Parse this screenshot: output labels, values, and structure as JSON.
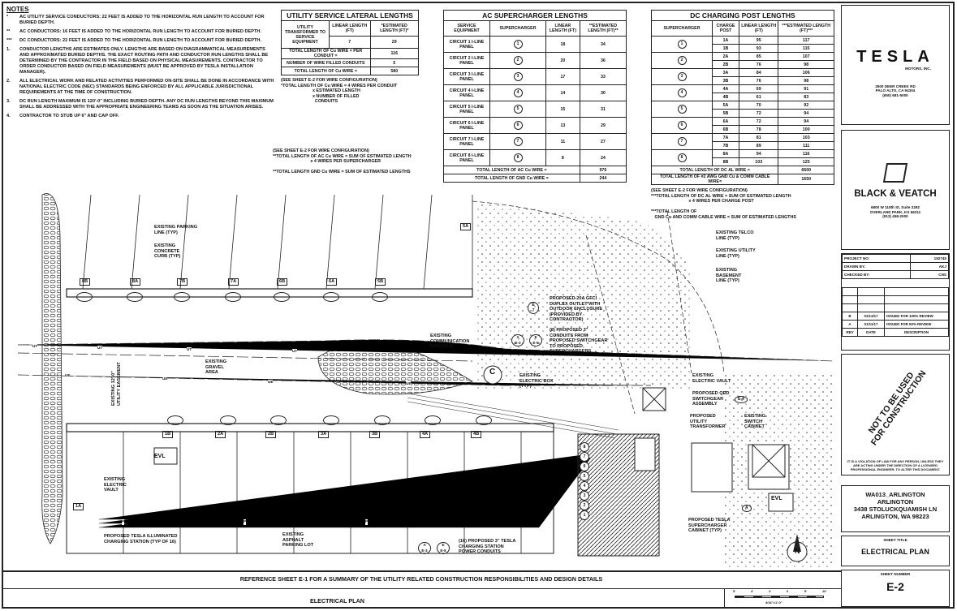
{
  "notes": {
    "title": "NOTES",
    "items": [
      {
        "mark": "*",
        "text": "AC UTILITY SERVICE CONDUCTORS: 22 FEET IS ADDED TO THE HORIZONTAL RUN LENGTH TO ACCOUNT FOR BURIED DEPTH."
      },
      {
        "mark": "**",
        "text": "AC CONDUCTORS: 16 FEET IS ADDED TO THE HORIZONTAL RUN LENGTH TO ACCOUNT FOR BURIED DEPTH."
      },
      {
        "mark": "***",
        "text": "DC CONDUCTORS: 22 FEET IS ADDED TO THE HORIZONTAL RUN LENGTH TO ACCOUNT FOR BURIED DEPTH."
      },
      {
        "mark": "1.",
        "text": "CONDUCTOR LENGTHS ARE ESTIMATES ONLY. LENGTHS ARE BASED ON DIAGRAMMATICAL MEASUREMENTS AND APPROXIMATED BURIED DEPTHS. THE EXACT ROUTING PATH AND CONDUCTOR RUN LENGTHS SHALL BE DETERMINED BY THE CONTRACTOR IN THE FIELD BASED ON PHYSICAL MEASUREMENTS. CONTRACTOR TO ORDER CONDUCTOR BASED ON FIELD MEASUREMENTS (MUST BE APPROVED BY TESLA INSTALLATION MANAGER)."
      },
      {
        "mark": "2.",
        "text": "ALL ELECTRICAL WORK AND RELATED ACTIVITIES PERFORMED ON-SITE SHALL BE DONE IN ACCORDANCE WITH NATIONAL ELECTRIC CODE (NEC) STANDARDS BEING ENFORCED BY ALL APPLICABLE JURISDICTIONAL REQUIREMENTS AT THE TIME OF CONSTRUCTION."
      },
      {
        "mark": "3.",
        "text": "DC RUN LENGTH MAXIMUM IS 120'-0\" INCLUDING BURIED DEPTH. ANY DC RUN LENGTHS BEYOND THIS MAXIMUM SHALL BE ADDRESSED WITH THE APPROPRIATE ENGINEERING TEAMS AS SOON AS THE SITUATION ARISES."
      },
      {
        "mark": "4.",
        "text": "CONTRACTOR TO STUB UP 6\" AND CAP OFF."
      }
    ]
  },
  "utility": {
    "title": "UTILITY SERVICE LATERAL LENGTHS",
    "h1": "UTILITY TRANSFORMER TO SERVICE EQUIPMENT",
    "h2": "LINEAR LENGTH (FT)",
    "h3": "*ESTIMATED LENGTH (FT)*",
    "linear": "7",
    "estimated": "29",
    "rows": [
      {
        "label": "TOTAL LENGTH OF Cu WIRE = PER CONDUIT =",
        "value": "116"
      },
      {
        "label": "NUMBER OF WIRE FILLED CONDUITS",
        "value": "5"
      },
      {
        "label": "TOTAL LENGTH OF Cu WIRE =",
        "value": "580"
      }
    ],
    "footnote": "(SEE SHEET E-2 FOR WIRE CONFIGURATION)\n*TOTAL LENGTH OF Cu WIRE = 4 WIRES PER CONDUIT\n                          x ESTIMATED LENGTH\n                          x NUMBER OF FILLED\n                            CONDUITS"
  },
  "ac": {
    "title": "AC SUPERCHARGER LENGTHS",
    "h1": "SERVICE EQUIPMENT",
    "h2": "SUPERCHARGER",
    "h3": "LINEAR LENGTH (FT)",
    "h4": "**ESTIMATED LENGTH (FT)**",
    "rows": [
      {
        "eq": "CIRCUIT 1 I-LINE PANEL",
        "sc": "1",
        "lin": "18",
        "est": "34"
      },
      {
        "eq": "CIRCUIT 2 I-LINE PANEL",
        "sc": "2",
        "lin": "20",
        "est": "36"
      },
      {
        "eq": "CIRCUIT 3 I-LINE PANEL",
        "sc": "3",
        "lin": "17",
        "est": "33"
      },
      {
        "eq": "CIRCUIT 4 I-LINE PANEL",
        "sc": "4",
        "lin": "14",
        "est": "30"
      },
      {
        "eq": "CIRCUIT 5 I-LINE PANEL",
        "sc": "5",
        "lin": "15",
        "est": "31"
      },
      {
        "eq": "CIRCUIT 6 I-LINE PANEL",
        "sc": "6",
        "lin": "13",
        "est": "29"
      },
      {
        "eq": "CIRCUIT 7 I-LINE PANEL",
        "sc": "7",
        "lin": "11",
        "est": "27"
      },
      {
        "eq": "CIRCUIT 8 I-LINE PANEL",
        "sc": "8",
        "lin": "8",
        "est": "24"
      }
    ],
    "total_ac_label": "TOTAL LENGTH OF AC Cu WIRE =",
    "total_ac": "976",
    "total_gnd_label": "TOTAL LENGTH OF GND Cu WIRE =",
    "total_gnd": "244",
    "footnote": "(SEE SHEET E-2 FOR WIRE CONFIGURATION)\n**TOTAL LENGTH OF AC Cu WIRE = SUM OF ESTIMATED LENGTH\n                               x 4 WIRES PER SUPERCHARGER\n\n**TOTAL LENGTH GND Cu WIRE = SUM OF ESTIMATED LENGTHS"
  },
  "dc": {
    "title": "DC CHARGING POST LENGTHS",
    "h1": "SUPERCHARGER",
    "h2": "CHARGE POST",
    "h3": "LINEAR LENGTH (FT)",
    "h4": "***ESTIMATED LENGTH (FT)***",
    "groups": [
      {
        "sc": "1",
        "rows": [
          {
            "post": "1A",
            "lin": "95",
            "est": "117"
          },
          {
            "post": "1B",
            "lin": "93",
            "est": "115"
          }
        ]
      },
      {
        "sc": "2",
        "rows": [
          {
            "post": "2A",
            "lin": "85",
            "est": "107"
          },
          {
            "post": "2B",
            "lin": "76",
            "est": "98"
          }
        ]
      },
      {
        "sc": "3",
        "rows": [
          {
            "post": "3A",
            "lin": "84",
            "est": "106"
          },
          {
            "post": "3B",
            "lin": "76",
            "est": "98"
          }
        ]
      },
      {
        "sc": "4",
        "rows": [
          {
            "post": "4A",
            "lin": "69",
            "est": "91"
          },
          {
            "post": "4B",
            "lin": "61",
            "est": "83"
          }
        ]
      },
      {
        "sc": "5",
        "rows": [
          {
            "post": "5A",
            "lin": "70",
            "est": "92"
          },
          {
            "post": "5B",
            "lin": "72",
            "est": "94"
          }
        ]
      },
      {
        "sc": "6",
        "rows": [
          {
            "post": "6A",
            "lin": "72",
            "est": "94"
          },
          {
            "post": "6B",
            "lin": "78",
            "est": "100"
          }
        ]
      },
      {
        "sc": "7",
        "rows": [
          {
            "post": "7A",
            "lin": "81",
            "est": "103"
          },
          {
            "post": "7B",
            "lin": "89",
            "est": "111"
          }
        ]
      },
      {
        "sc": "8",
        "rows": [
          {
            "post": "8A",
            "lin": "94",
            "est": "116"
          },
          {
            "post": "8B",
            "lin": "103",
            "est": "125"
          }
        ]
      }
    ],
    "total_dc_label": "TOTAL LENGTH OF DC AL WIRE =",
    "total_dc": "6600",
    "total_gnd_label": "TOTAL LENGTH OF #2 AWG GND Cu & COMM CABLE WIRE=",
    "total_gnd": "1650",
    "footnote": "(SEE SHEET E-2 FOR WIRE CONFIGURATION)\n***TOTAL LENGTH OF DC AL WIRE = SUM OF ESTIMATED LENGTH\n                               x 4 WIRES PER CHARGE POST\n\n***TOTAL LENGTH OF\n   GND Cu AND COMM CABLE WIRE = SUM OF ESTIMATED LENGTHS"
  },
  "plan_labels": {
    "parking_line": "EXISTING PARKING\nLINE (TYP)",
    "concrete_curb": "EXISTING\nCONCRETE\nCURB (TYP)",
    "gravel": "EXISTING\nGRAVEL\nAREA",
    "easement": "EXISTING 12'-0\"\nUTILITY EASEMENT",
    "comm_manhole": "EXISTING\nCOMMUNICATION\nMANHOLE",
    "gfci": "PROPOSED 20A GFCI\nDUPLEX OUTLET WITH\nOUTDOOR ENCLOSURE\n(PROVIDED BY\nCONTRACTOR)",
    "conduits8": "(8) PROPOSED 3\"\nCONDUITS FROM\nPROPOSED SWITCHGEAR\nTO PROPOSED\nSUPERCHARGERS",
    "elec_box": "EXISTING\nELECTRIC BOX\n(TYP)",
    "telco": "EXISTING TELCO\nLINE (TYP)",
    "utility_line": "EXISTING UTILITY\nLINE (TYP)",
    "basement": "EXISTING\nBASEMENT\nLINE (TYP)",
    "elec_vault_r": "EXISTING\nELECTRIC VAULT",
    "switchgear": "PROPOSED QED\nSWITCHGEAR\nASSEMBLY",
    "utility_xfmr": "PROPOSED\nUTILITY\nTRANSFORMER",
    "switch_cabinet": "EXISTING\nSWITCH\nCABINET",
    "elec_vault_l": "EXISTING\nELECTRIC\nVAULT",
    "charging_station": "PROPOSED TESLA ILLUMINATED\nCHARGING STATION (TYP OF 16)",
    "asphalt": "EXISTING\nASPHALT\nPARKING LOT",
    "conduits16": "(16) PROPOSED 3\" TESLA\nCHARGING STATION\nPOWER CONDUITS",
    "sc_cabinet": "PROPOSED TESLA\nSUPERCHARGER\nCABINET (TYP)",
    "evl": "EVL",
    "posts_top": [
      "8B",
      "8A",
      "7B",
      "7A",
      "6B",
      "6A",
      "5B"
    ],
    "posts_bottom": [
      "1B",
      "2A",
      "2B",
      "3A",
      "3B",
      "4A",
      "4B"
    ],
    "post_1a": "1A",
    "post_5a": "5A",
    "tag_e7": "E\n7",
    "tag_a3": "A\nE-3",
    "tag_e5": "E\nE-5",
    "tag_e4": "E-4",
    "tag_a": "A",
    "north": "N",
    "manhole_c": "C",
    "ut": "UT",
    "ue": "UE",
    "p": "P",
    "sc_nums": [
      "8",
      "7",
      "6",
      "5",
      "4",
      "3",
      "2",
      "1"
    ]
  },
  "title_block": {
    "company": "TESLA",
    "company_sub": "MOTORS, INC.",
    "address": "3500 DEER CREEK RD\nPALO ALTO, CA 94304\n(650) 681-5000",
    "engineer": "BLACK & VEATCH",
    "engineer_address": "6800 W 115th St, Suite 2292\nOVERLAND PARK, KS 66211\n(913) 458-2000",
    "project_no_label": "PROJECT NO:",
    "project_no": "192745",
    "drawn_by_label": "DRAWN BY:",
    "drawn_by": "AKJ",
    "checked_by_label": "CHECKED BY:",
    "checked_by": "CNS",
    "revisions": [
      {
        "rev": "B",
        "date": "01/13/17",
        "desc": "ISSUED FOR 100% REVIEW"
      },
      {
        "rev": "A",
        "date": "01/11/17",
        "desc": "ISSUED FOR 50% REVIEW"
      }
    ],
    "rev_h": "REV",
    "date_h": "DATE",
    "desc_h": "DESCRIPTION",
    "stamp": "NOT TO BE USED\nFOR CONSTRUCTION",
    "legal": "IT IS A VIOLATION OF LAW FOR ANY PERSON, UNLESS THEY ARE ACTING UNDER THE DIRECTION OF A LICENSED PROFESSIONAL ENGINEER, TO ALTER THIS DOCUMENT.",
    "site_id": "WA013_ARLINGTON",
    "site_name": "ARLINGTON",
    "site_street": "3438 STOLUCKQUAMISH LN",
    "site_city": "ARLINGTON, WA 98223",
    "sheet_title_label": "SHEET TITLE",
    "sheet_title": "ELECTRICAL PLAN",
    "sheet_number_label": "SHEET NUMBER",
    "sheet_number": "E-2"
  },
  "footer": {
    "reference": "REFERENCE SHEET E-1 FOR A SUMMARY OF THE UTILITY RELATED CONSTRUCTION RESPONSIBILITIES AND DESIGN DETAILS",
    "plan_title": "ELECTRICAL PLAN",
    "scale": "3/16\"=1'-0\"",
    "scale_ticks": [
      "5'",
      "4'",
      "2'",
      "0",
      "5'",
      "10'"
    ]
  }
}
